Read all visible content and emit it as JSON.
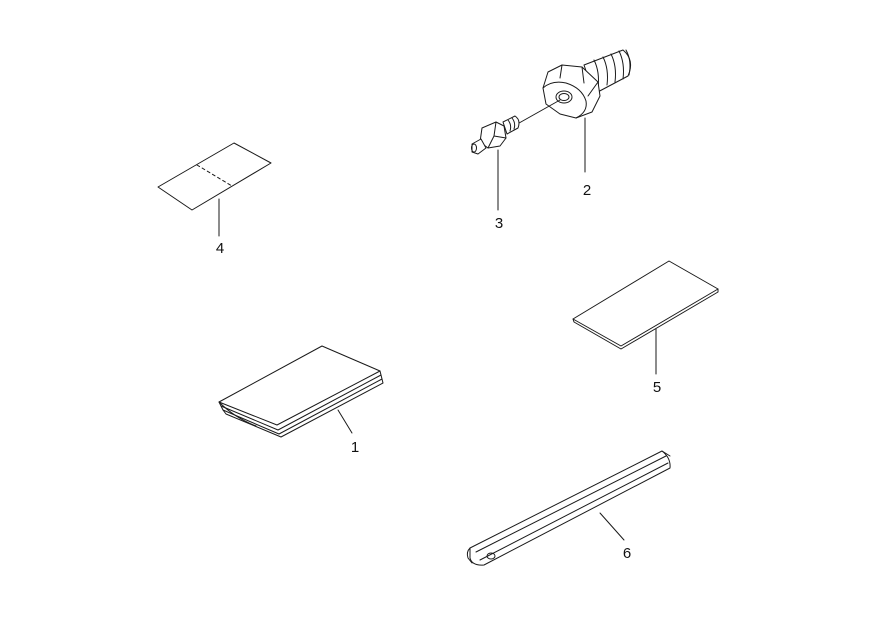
{
  "diagram": {
    "parts": [
      {
        "id": "manual",
        "number": "1"
      },
      {
        "id": "bolt",
        "number": "2"
      },
      {
        "id": "nozzle",
        "number": "3"
      },
      {
        "id": "card",
        "number": "4"
      },
      {
        "id": "sheet",
        "number": "5"
      },
      {
        "id": "bracket",
        "number": "6"
      }
    ]
  }
}
